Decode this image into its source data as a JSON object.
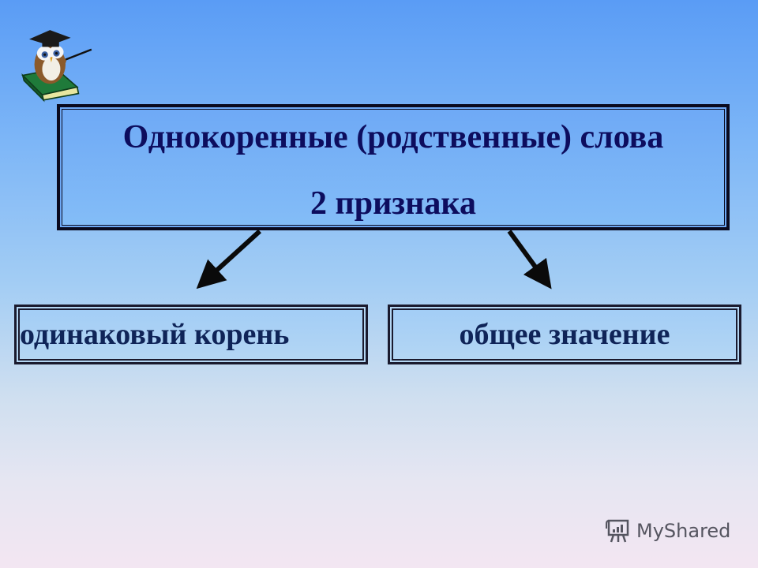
{
  "slide": {
    "title": "Однокоренные (родственные) слова",
    "subtitle": "2 признака",
    "branches": [
      {
        "label": "одинаковый корень"
      },
      {
        "label": "общее значение"
      }
    ]
  },
  "decorations": {
    "mascot_icon": "owl-professor-icon",
    "watermark_text": "MyShared",
    "watermark_icon": "presentation-board-icon"
  },
  "colors": {
    "title_text": "#0d0d5e",
    "branch_text": "#0f2458",
    "border": "#0a0a1e",
    "background_top": "#5a9cf5",
    "background_bottom": "#f3e6f2"
  }
}
